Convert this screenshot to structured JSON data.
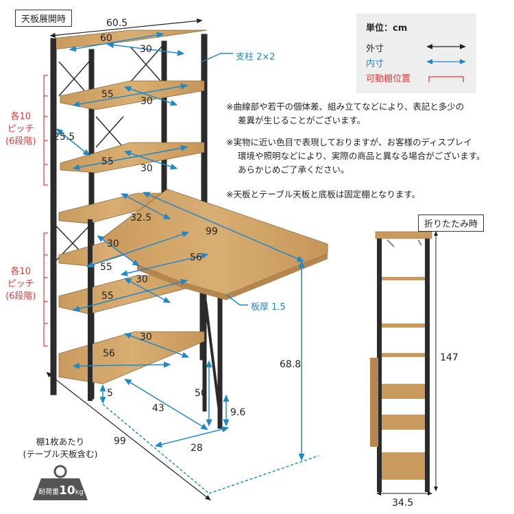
{
  "labels": {
    "expanded_title": "天板展開時",
    "folded_title": "折りたたみ時",
    "pillar": "支柱 2×2",
    "thickness": "板厚 1.5"
  },
  "legend": {
    "unit": "単位：cm",
    "outer": "外寸",
    "inner": "内寸",
    "movable": "可動棚位置",
    "colors": {
      "outer": "#222222",
      "inner": "#1e88c8",
      "movable": "#e53935"
    }
  },
  "notes": [
    {
      "mark": "※",
      "lines": [
        "曲線部や若干の個体差、組み立てなどにより、表記と多少の",
        "差異が生じることがございます。"
      ]
    },
    {
      "mark": "※",
      "lines": [
        "実物に近い色目で表現しておりますが、お客様のディスプレイ",
        "環境や照明などにより、実際の商品と異なる場合がございます。",
        "あらかじめご了承ください。"
      ]
    },
    {
      "mark": "※",
      "lines": [
        "天板とテーブル天板と底板は固定棚となります。"
      ]
    }
  ],
  "pitch": {
    "upper": [
      "各10",
      "ピッチ",
      "(6段階)"
    ],
    "lower": [
      "各10",
      "ピッチ",
      "(6段階)"
    ]
  },
  "load": {
    "line1": "棚1枚あたり",
    "line2": "(テーブル天板含む)",
    "weight_prefix": "耐荷重",
    "weight_value": "10",
    "weight_unit": "kg"
  },
  "dimensions": {
    "top_width_outer": "60.5",
    "top_width_inner": "60",
    "top_depth_inner": "30",
    "shelf1_width": "55",
    "shelf1_depth": "30",
    "side_depth": "25.5",
    "shelf2_width": "55",
    "shelf2_depth": "30",
    "table_width": "99",
    "table_depth": "32.5",
    "table_inner_depth": "56",
    "mid_depth": "30",
    "mid_width": "55",
    "lower_depth": "30",
    "lower_width": "55",
    "bottom_depth": "30",
    "bottom_width": "56",
    "bottom_clearance": "5",
    "leg_height": "50",
    "leg_gap": "9.6",
    "table_height": "68.8",
    "base_span": "43",
    "leg_span": "28",
    "total_width": "99",
    "folded_height": "147",
    "folded_width": "34.5"
  }
}
